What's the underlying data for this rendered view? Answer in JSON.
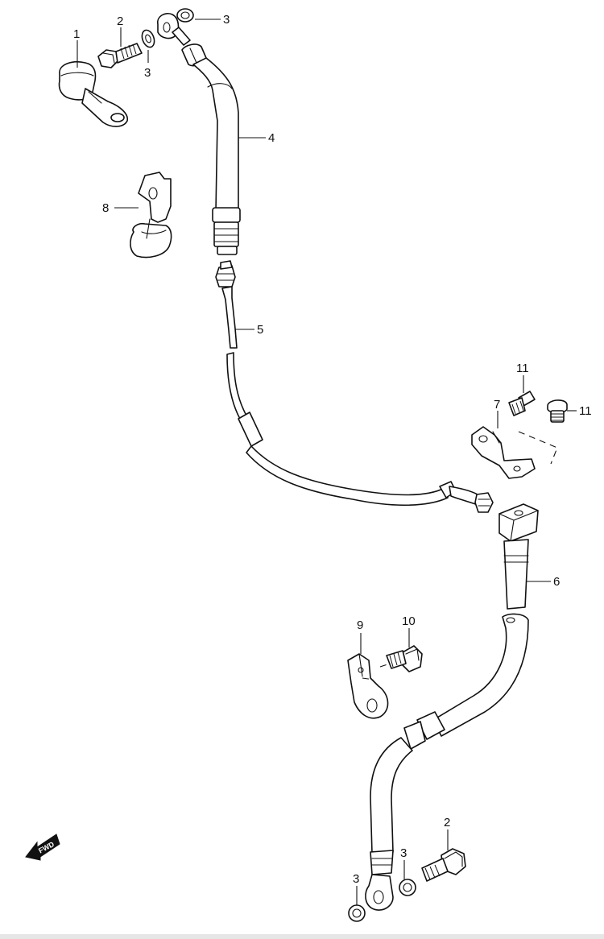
{
  "callouts": {
    "c1": "1",
    "c2a": "2",
    "c2b": "2",
    "c3a": "3",
    "c3b": "3",
    "c3c": "3",
    "c3d": "3",
    "c4": "4",
    "c5": "5",
    "c6": "6",
    "c7": "7",
    "c8": "8",
    "c9": "9",
    "c10": "10",
    "c11a": "11",
    "c11b": "11"
  },
  "fwd_label": "FWD"
}
